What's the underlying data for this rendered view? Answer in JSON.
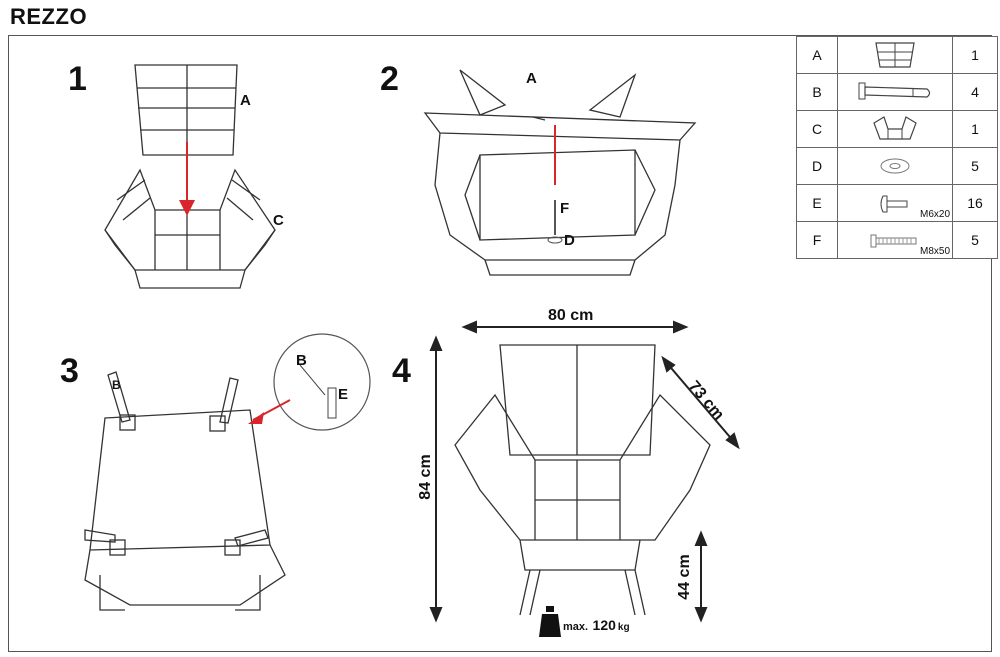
{
  "product_name": "REZZO",
  "steps": [
    "1",
    "2",
    "3",
    "4"
  ],
  "labels": {
    "step1_a": "A",
    "step1_c": "C",
    "step2_a": "A",
    "step2_f": "F",
    "step2_d": "D",
    "step3_b": "B",
    "step3_e": "E",
    "leg_b": "B"
  },
  "dimensions": {
    "width": "80 cm",
    "depth": "73 cm",
    "height": "84 cm",
    "seat_height": "44 cm"
  },
  "max_load": {
    "prefix": "max.",
    "value": "120",
    "unit": "kg"
  },
  "parts": [
    {
      "letter": "A",
      "icon": "backrest-icon",
      "qty": "1",
      "spec": ""
    },
    {
      "letter": "B",
      "icon": "leg-icon",
      "qty": "4",
      "spec": ""
    },
    {
      "letter": "C",
      "icon": "seat-icon",
      "qty": "1",
      "spec": ""
    },
    {
      "letter": "D",
      "icon": "washer-icon",
      "qty": "5",
      "spec": ""
    },
    {
      "letter": "E",
      "icon": "short-bolt-icon",
      "qty": "16",
      "spec": "M6x20"
    },
    {
      "letter": "F",
      "icon": "long-bolt-icon",
      "qty": "5",
      "spec": "M8x50"
    }
  ],
  "colors": {
    "arrow": "#d9262c",
    "line": "#333333"
  }
}
